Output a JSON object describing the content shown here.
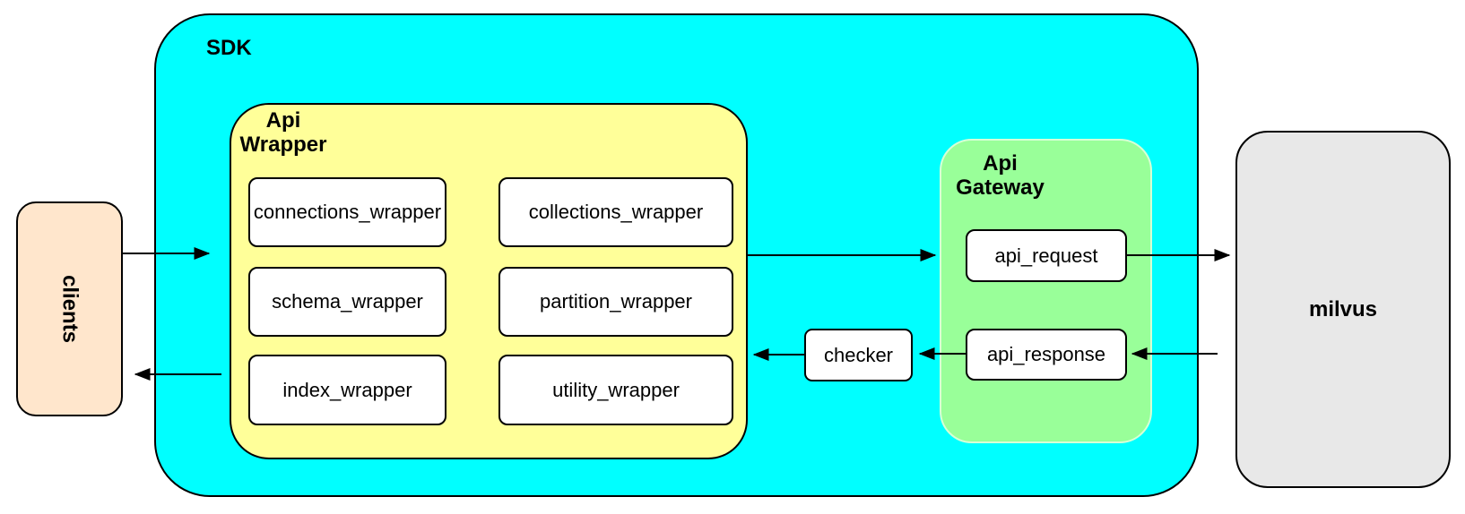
{
  "diagram": {
    "clients": {
      "label": "clients"
    },
    "sdk": {
      "label": "SDK",
      "api_wrapper": {
        "label_line1": "Api",
        "label_line2": "Wrapper",
        "modules": [
          "connections_wrapper",
          "collections_wrapper",
          "schema_wrapper",
          "partition_wrapper",
          "index_wrapper",
          "utility_wrapper"
        ]
      },
      "checker": {
        "label": "checker"
      },
      "api_gateway": {
        "label_line1": "Api",
        "label_line2": "Gateway",
        "request_label": "api_request",
        "response_label": "api_response"
      }
    },
    "milvus": {
      "label": "milvus"
    },
    "colors": {
      "sdk_fill": "#00FFFF",
      "api_wrapper_fill": "#FFFF99",
      "api_gateway_fill": "#99FF99",
      "clients_fill": "#FFE6CC",
      "milvus_fill": "#E8E8E8",
      "node_fill": "#FFFFFF",
      "stroke": "#000000"
    }
  }
}
